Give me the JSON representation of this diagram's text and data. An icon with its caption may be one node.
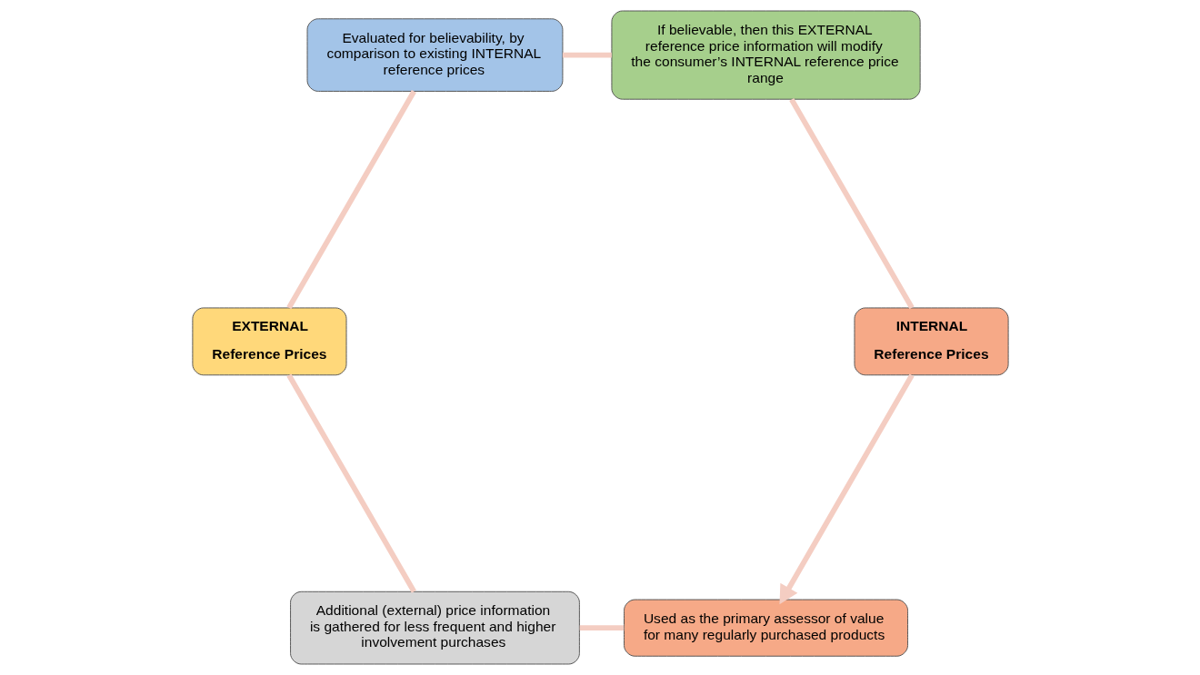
{
  "diagram": {
    "nodes": [
      {
        "text": [
          "Used as the primary assessor of value for many regularly purchased products"
        ]
      },
      {
        "text": [
          "INTERNAL",
          "Reference Prices"
        ]
      },
      {
        "text": [
          "Additional (external) price information is gathered for less frequent and higher involvement purchases"
        ]
      },
      {
        "text": [
          "If believable, then this EXTERNAL reference price information will modify the consumer’s INTERNAL reference price range"
        ]
      },
      {
        "text": [
          "EXTERNAL",
          "Reference Prices"
        ]
      },
      {
        "text": [
          "Evaluated for believability, by comparison to existing INTERNAL reference prices"
        ]
      }
    ],
    "edges": [
      {
        "from": 0,
        "to": 2,
        "arrow": "none"
      },
      {
        "from": 2,
        "to": 4,
        "arrow": "none"
      },
      {
        "from": 4,
        "to": 5,
        "arrow": "none"
      },
      {
        "from": 5,
        "to": 3,
        "arrow": "none"
      },
      {
        "from": 3,
        "to": 1,
        "arrow": "none"
      },
      {
        "from": 1,
        "to": 0,
        "arrow": "to"
      }
    ]
  }
}
